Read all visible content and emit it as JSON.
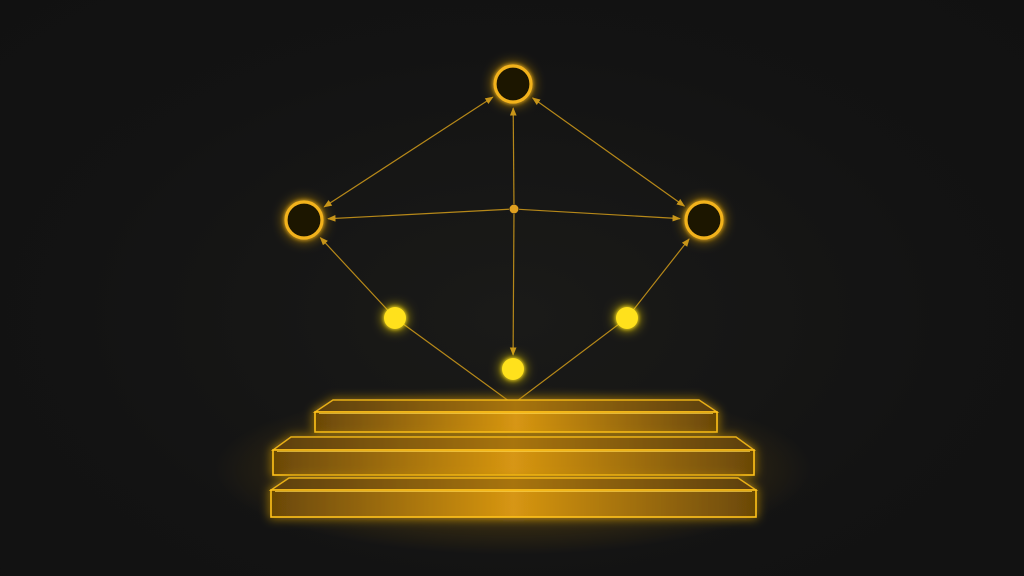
{
  "diagram": {
    "colors": {
      "background": "#141414",
      "connector": "#c8951a",
      "ring": "#f2b21a",
      "ring_glow": "#ffb300",
      "dot": "#ffe11a",
      "dot_glow": "#ffcc00",
      "hub": "#e0a020",
      "platform_fill": "#9a6a08",
      "platform_edge": "#ffc21a",
      "platform_glow": "#ffb000"
    },
    "nodes": [
      {
        "id": "top-ring",
        "kind": "ring"
      },
      {
        "id": "left-ring",
        "kind": "ring"
      },
      {
        "id": "right-ring",
        "kind": "ring"
      },
      {
        "id": "hub",
        "kind": "hub"
      },
      {
        "id": "left-dot",
        "kind": "dot"
      },
      {
        "id": "center-dot",
        "kind": "dot"
      },
      {
        "id": "right-dot",
        "kind": "dot"
      },
      {
        "id": "platform-apex",
        "kind": "anchor"
      }
    ],
    "edges": [
      {
        "from": "left-ring",
        "to": "top-ring",
        "arrow": "both"
      },
      {
        "from": "right-ring",
        "to": "top-ring",
        "arrow": "both"
      },
      {
        "from": "hub",
        "to": "top-ring",
        "arrow": "end"
      },
      {
        "from": "hub",
        "to": "left-ring",
        "arrow": "end"
      },
      {
        "from": "hub",
        "to": "right-ring",
        "arrow": "end"
      },
      {
        "from": "hub",
        "to": "center-dot",
        "arrow": "end"
      },
      {
        "from": "platform-apex",
        "to": "left-ring",
        "arrow": "end",
        "via": "left-dot"
      },
      {
        "from": "platform-apex",
        "to": "right-ring",
        "arrow": "end",
        "via": "right-dot"
      }
    ],
    "platform": {
      "tiers": 3
    }
  }
}
